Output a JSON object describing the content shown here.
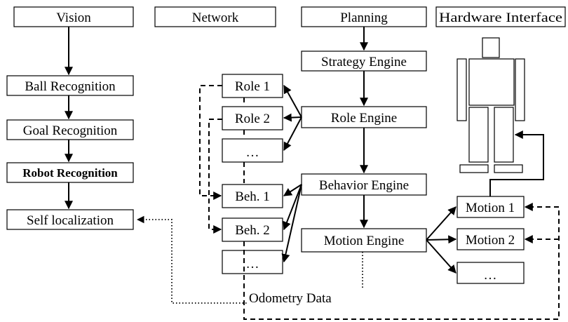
{
  "headers": {
    "vision": "Vision",
    "network": "Network",
    "planning": "Planning",
    "hardware": "Hardware Interface"
  },
  "vision": {
    "ball": "Ball Recognition",
    "goal": "Goal Recognition",
    "robot": "Robot Recognition",
    "self_loc": "Self localization"
  },
  "network": {
    "role1": "Role 1",
    "role2": "Role 2",
    "role_more": "…",
    "beh1": "Beh. 1",
    "beh2": "Beh. 2",
    "beh_more": "…"
  },
  "planning": {
    "strategy": "Strategy Engine",
    "role": "Role Engine",
    "behavior": "Behavior Engine",
    "motion": "Motion Engine"
  },
  "hardware": {
    "motion1": "Motion 1",
    "motion2": "Motion 2",
    "motion_more": "…"
  },
  "odometry_label": "Odometry Data"
}
